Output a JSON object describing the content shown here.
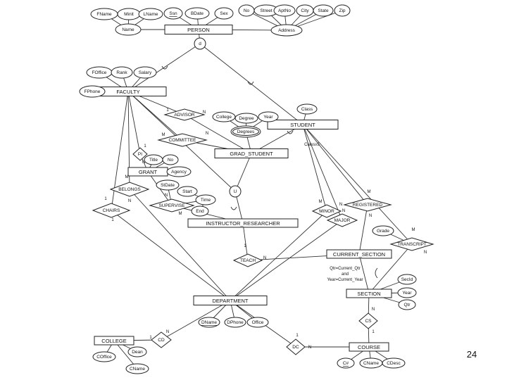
{
  "page_number": "24",
  "entities": [
    {
      "id": "person",
      "label": "PERSON"
    },
    {
      "id": "faculty",
      "label": "FACULTY"
    },
    {
      "id": "student",
      "label": "STUDENT"
    },
    {
      "id": "grad_student",
      "label": "GRAD_STUDENT"
    },
    {
      "id": "grant",
      "label": "GRANT"
    },
    {
      "id": "instructor_researcher",
      "label": "INSTRUCTOR_RESEARCHER"
    },
    {
      "id": "current_section",
      "label": "CURRENT_SECTION"
    },
    {
      "id": "department",
      "label": "DEPARTMENT"
    },
    {
      "id": "section",
      "label": "SECTION"
    },
    {
      "id": "college",
      "label": "COLLEGE"
    },
    {
      "id": "course",
      "label": "COURSE"
    }
  ],
  "attributes": [
    {
      "id": "fname",
      "label": "FName"
    },
    {
      "id": "minit",
      "label": "Minit"
    },
    {
      "id": "lname",
      "label": "LName"
    },
    {
      "id": "name",
      "label": "Name"
    },
    {
      "id": "ssn",
      "label": "Ssn"
    },
    {
      "id": "bdate",
      "label": "BDate"
    },
    {
      "id": "sex",
      "label": "Sex"
    },
    {
      "id": "no",
      "label": "No"
    },
    {
      "id": "street",
      "label": "Street"
    },
    {
      "id": "aptno",
      "label": "AptNo"
    },
    {
      "id": "city",
      "label": "City"
    },
    {
      "id": "state",
      "label": "State"
    },
    {
      "id": "zip",
      "label": "Zip"
    },
    {
      "id": "address",
      "label": "Address"
    },
    {
      "id": "foffice",
      "label": "FOffice"
    },
    {
      "id": "rank",
      "label": "Rank"
    },
    {
      "id": "salary",
      "label": "Salary"
    },
    {
      "id": "fphone",
      "label": "FPhone"
    },
    {
      "id": "class",
      "label": "Class"
    },
    {
      "id": "college_attr",
      "label": "College"
    },
    {
      "id": "degree",
      "label": "Degree"
    },
    {
      "id": "year",
      "label": "Year"
    },
    {
      "id": "degrees",
      "label": "Degrees"
    },
    {
      "id": "title",
      "label": "Title"
    },
    {
      "id": "grant_no",
      "label": "No"
    },
    {
      "id": "agency",
      "label": "Agency"
    },
    {
      "id": "stdate",
      "label": "StDate"
    },
    {
      "id": "start",
      "label": "Start"
    },
    {
      "id": "time",
      "label": "Time"
    },
    {
      "id": "end",
      "label": "End"
    },
    {
      "id": "grade",
      "label": "Grade"
    },
    {
      "id": "secid",
      "label": "SecId"
    },
    {
      "id": "sec_year",
      "label": "Year"
    },
    {
      "id": "qtr",
      "label": "Qtr"
    },
    {
      "id": "dname",
      "label": "DName"
    },
    {
      "id": "dphone",
      "label": "DPhone"
    },
    {
      "id": "office",
      "label": "Office"
    },
    {
      "id": "coffice",
      "label": "COffice"
    },
    {
      "id": "dean",
      "label": "Dean"
    },
    {
      "id": "cname",
      "label": "CName"
    },
    {
      "id": "cnum",
      "label": "C#"
    },
    {
      "id": "cname_course",
      "label": "CName"
    },
    {
      "id": "cdesc",
      "label": "CDesc"
    }
  ],
  "relationships": [
    {
      "id": "advisor",
      "label": "ADVISOR"
    },
    {
      "id": "committee",
      "label": "COMMITTEE"
    },
    {
      "id": "pi",
      "label": "PI"
    },
    {
      "id": "belongs",
      "label": "BELONGS"
    },
    {
      "id": "supervise",
      "label": "SUPERVISE"
    },
    {
      "id": "chairs",
      "label": "CHAIRS"
    },
    {
      "id": "minor",
      "label": "MINOR"
    },
    {
      "id": "major",
      "label": "MAJOR"
    },
    {
      "id": "registered",
      "label": "REGISTERED"
    },
    {
      "id": "transcript",
      "label": "TRANSCRIPT"
    },
    {
      "id": "teach",
      "label": "TEACH"
    },
    {
      "id": "cs",
      "label": "CS"
    },
    {
      "id": "cd",
      "label": "CD"
    },
    {
      "id": "dc",
      "label": "DC"
    }
  ],
  "specializations": [
    {
      "id": "spec_d",
      "label": "d"
    },
    {
      "id": "spec_u",
      "label": "U"
    }
  ],
  "annotations": [
    {
      "id": "class5",
      "label": "Class≥5"
    },
    {
      "id": "qtr_cond",
      "lines": [
        "Qtr=Current_Qtr",
        "and",
        "Year=Current_Year"
      ]
    }
  ],
  "cardinalities": [
    {
      "id": "c_adv_f",
      "label": "1"
    },
    {
      "id": "c_adv_s",
      "label": "N"
    },
    {
      "id": "c_com_f",
      "label": "M"
    },
    {
      "id": "c_com_s",
      "label": "N"
    },
    {
      "id": "c_pi_f",
      "label": "1"
    },
    {
      "id": "c_pi_g",
      "label": "N"
    },
    {
      "id": "c_bel_f",
      "label": "M"
    },
    {
      "id": "c_bel_d",
      "label": "N"
    },
    {
      "id": "c_chr_f",
      "label": "1"
    },
    {
      "id": "c_chr_d",
      "label": "1"
    },
    {
      "id": "c_sup_g",
      "label": "N"
    },
    {
      "id": "c_sup_i",
      "label": "M"
    },
    {
      "id": "c_min_s",
      "label": "M"
    },
    {
      "id": "c_min_d",
      "label": "N"
    },
    {
      "id": "c_maj_s",
      "label": "N"
    },
    {
      "id": "c_reg_s",
      "label": "M"
    },
    {
      "id": "c_reg_c",
      "label": "N"
    },
    {
      "id": "c_tr_m",
      "label": "M"
    },
    {
      "id": "c_tr_n",
      "label": "N"
    },
    {
      "id": "c_teach_i",
      "label": "1"
    },
    {
      "id": "c_teach_s",
      "label": "N"
    },
    {
      "id": "c_cs_s",
      "label": "N"
    },
    {
      "id": "c_cs_c",
      "label": "1"
    },
    {
      "id": "c_cd_d",
      "label": "N"
    },
    {
      "id": "c_cd_c",
      "label": "1"
    },
    {
      "id": "c_dc_d",
      "label": "1"
    },
    {
      "id": "c_dc_c",
      "label": "N"
    }
  ]
}
